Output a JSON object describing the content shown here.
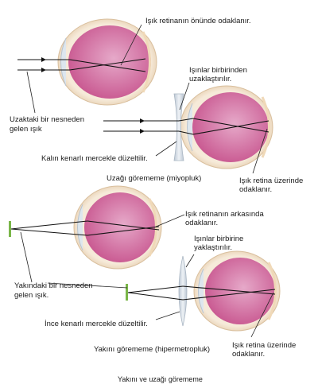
{
  "myopia": {
    "focus_front": "Işık retinanın önünde odaklanır.",
    "rays_diverge": [
      "Işınlar birbirinden",
      "uzaklaştırılır."
    ],
    "far_object": [
      "Uzaktaki bir nesneden",
      "gelen ışık"
    ],
    "corrected": "Kalın kenarlı mercekle düzeltilir.",
    "focus_on": [
      "Işık retina üzerinde",
      "odaklanır."
    ],
    "title": "Uzağı görememe (miyopluk)"
  },
  "hyperopia": {
    "focus_behind": [
      "Işık retinanın arkasında",
      "odaklanır."
    ],
    "rays_converge": [
      "Işınlar birbirine",
      "yaklaştırılır."
    ],
    "near_object": [
      "Yakındaki bir nesneden",
      "gelen ışık."
    ],
    "corrected": "İnce kenarlı mercekle düzeltilir.",
    "focus_on": [
      "Işık retina üzerinde",
      "odaklanır."
    ],
    "title": "Yakını görememe (hipermetropluk)"
  },
  "caption": "Yakını ve uzağı görememe",
  "colors": {
    "eye_inner": "#c8568f",
    "eye_inner_light": "#e6a9c9",
    "eye_wall": "#f3e3d2",
    "lens": "#d5dde6",
    "object_bar": "#7ab648"
  }
}
